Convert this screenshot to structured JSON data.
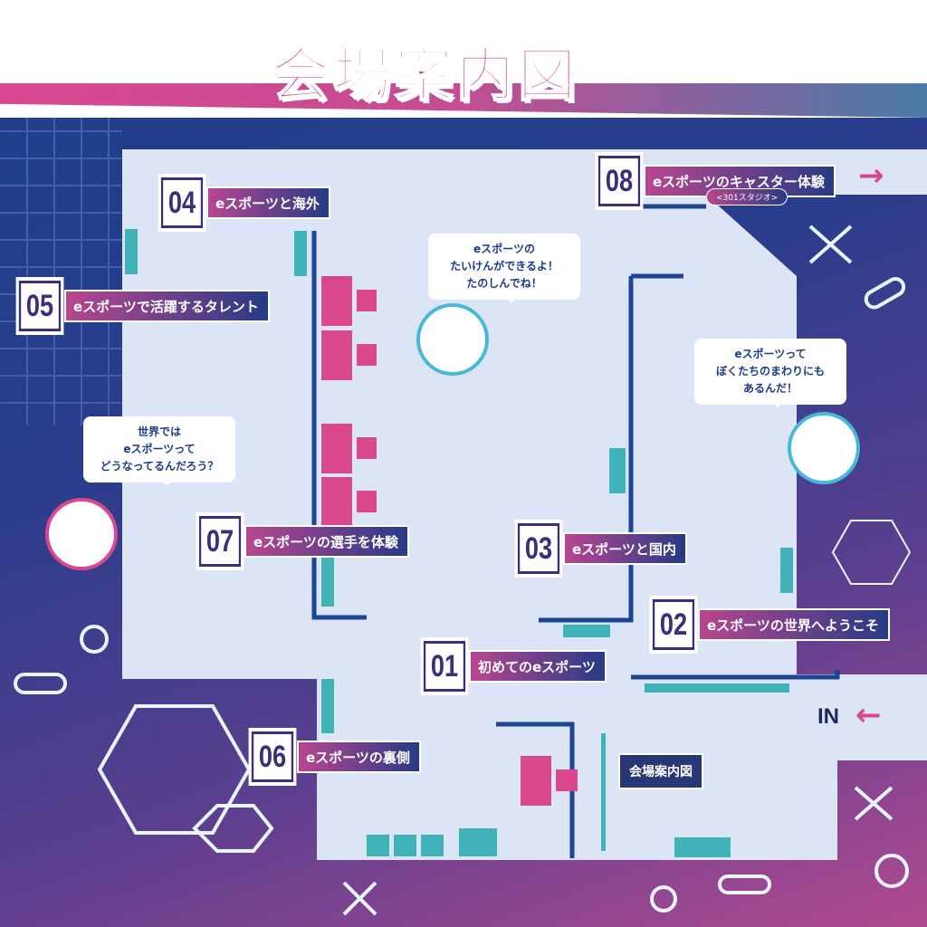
{
  "title": "会場案内図",
  "exhibits": [
    {
      "num": "01",
      "label": "初めてのeスポーツ"
    },
    {
      "num": "02",
      "label": "eスポーツの世界へようこそ"
    },
    {
      "num": "03",
      "label": "eスポーツと国内"
    },
    {
      "num": "04",
      "label": "eスポーツと海外"
    },
    {
      "num": "05",
      "label": "eスポーツで活躍するタレント"
    },
    {
      "num": "06",
      "label": "eスポーツの裏側"
    },
    {
      "num": "07",
      "label": "eスポーツの選手を体験"
    },
    {
      "num": "08",
      "label": "eスポーツのキャスター体験",
      "sub": "<301スタジオ>"
    }
  ],
  "bubbles": [
    "eスポーツの\nたいけんができるよ！\nたのしんでね！",
    "eスポーツって\nぼくたちのまわりにも\nあるんだ！",
    "世界では\neスポーツって\nどうなってるんだろう？"
  ],
  "entrance": "IN",
  "guide_label": "会場案内図",
  "arrow": "→",
  "arrow_in": "←",
  "colors": {
    "pink": "#d9478f",
    "navy": "#24358a",
    "teal": "#3fb3b8",
    "floor": "#dbe5f5"
  }
}
